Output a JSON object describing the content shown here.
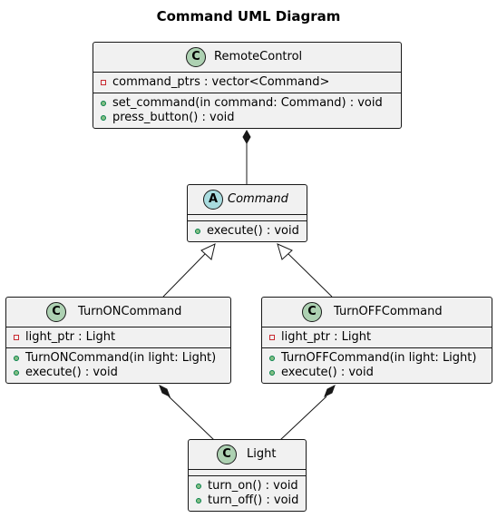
{
  "diagram": {
    "title": "Command UML Diagram",
    "classes": {
      "remote": {
        "name": "RemoteControl",
        "stereotype": "C",
        "attributes": [
          "command_ptrs : vector<Command>"
        ],
        "methods": [
          "set_command(in command: Command) : void",
          "press_button() : void"
        ]
      },
      "command": {
        "name": "Command",
        "stereotype": "A",
        "methods": [
          "execute() : void"
        ]
      },
      "turnon": {
        "name": "TurnONCommand",
        "stereotype": "C",
        "attributes": [
          "light_ptr : Light"
        ],
        "methods": [
          "TurnONCommand(in light: Light)",
          "execute() : void"
        ]
      },
      "turnoff": {
        "name": "TurnOFFCommand",
        "stereotype": "C",
        "attributes": [
          "light_ptr : Light"
        ],
        "methods": [
          "TurnOFFCommand(in light: Light)",
          "execute() : void"
        ]
      },
      "light": {
        "name": "Light",
        "stereotype": "C",
        "methods": [
          "turn_on() : void",
          "turn_off() : void"
        ]
      }
    },
    "colors": {
      "class_fill": "#f1f1f1",
      "border": "#181818",
      "class_badge": "#add1b2",
      "abstract_badge": "#a9dcdf",
      "private_marker": "#c82930",
      "public_marker": "#84be84"
    }
  }
}
